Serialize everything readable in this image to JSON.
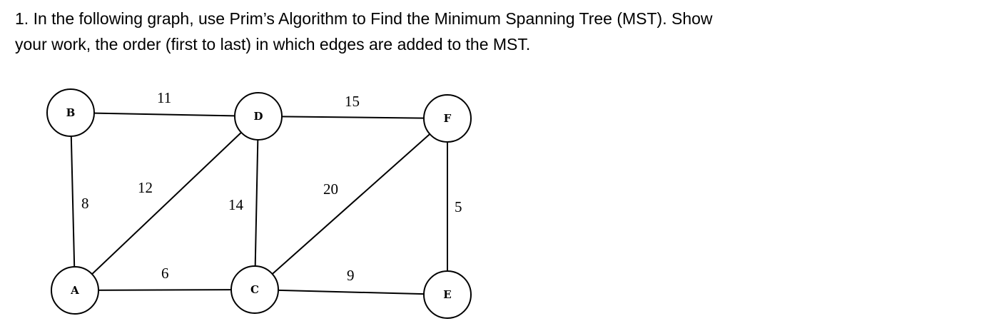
{
  "question": {
    "line1": "1. In the following graph, use Prim’s Algorithm to Find the Minimum Spanning Tree (MST). Show",
    "line2": "your work, the order (first to last) in which edges are added to the MST."
  },
  "graph": {
    "nodes": [
      {
        "id": "A",
        "label": "A"
      },
      {
        "id": "B",
        "label": "B"
      },
      {
        "id": "C",
        "label": "C"
      },
      {
        "id": "D",
        "label": "D"
      },
      {
        "id": "E",
        "label": "E"
      },
      {
        "id": "F",
        "label": "F"
      }
    ],
    "edges": [
      {
        "from": "B",
        "to": "D",
        "weight": "11"
      },
      {
        "from": "D",
        "to": "F",
        "weight": "15"
      },
      {
        "from": "B",
        "to": "A",
        "weight": "8"
      },
      {
        "from": "D",
        "to": "A",
        "weight": "12"
      },
      {
        "from": "D",
        "to": "C",
        "weight": "14"
      },
      {
        "from": "F",
        "to": "C",
        "weight": "20"
      },
      {
        "from": "F",
        "to": "E",
        "weight": "5"
      },
      {
        "from": "A",
        "to": "C",
        "weight": "6"
      },
      {
        "from": "C",
        "to": "E",
        "weight": "9"
      }
    ]
  }
}
